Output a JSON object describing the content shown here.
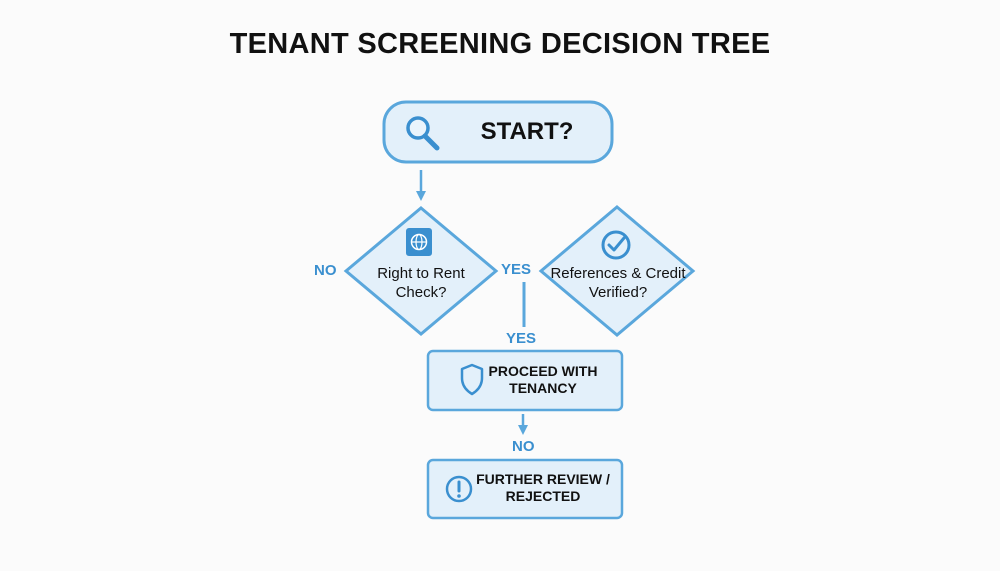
{
  "title": "TENANT SCREENING DECISION TREE",
  "colors": {
    "stroke": "#5aa7dc",
    "fill": "#e3f0fa",
    "label": "#3a8fcf",
    "text": "#111111",
    "background": "#fbfbfb"
  },
  "nodes": {
    "start": {
      "label": "START?",
      "icon": "magnifier-icon"
    },
    "right_to_rent": {
      "label": "Right to Rent Check?",
      "icon": "passport-icon"
    },
    "references": {
      "label": "References & Credit Verified?",
      "icon": "check-circle-icon"
    },
    "proceed": {
      "label": "PROCEED WITH TENANCY",
      "icon": "shield-icon"
    },
    "review": {
      "label": "FURTHER REVIEW / REJECTED",
      "icon": "exclamation-icon"
    }
  },
  "edge_labels": {
    "no_left": "NO",
    "yes_right": "YES",
    "yes_down": "YES",
    "no_down": "NO"
  }
}
